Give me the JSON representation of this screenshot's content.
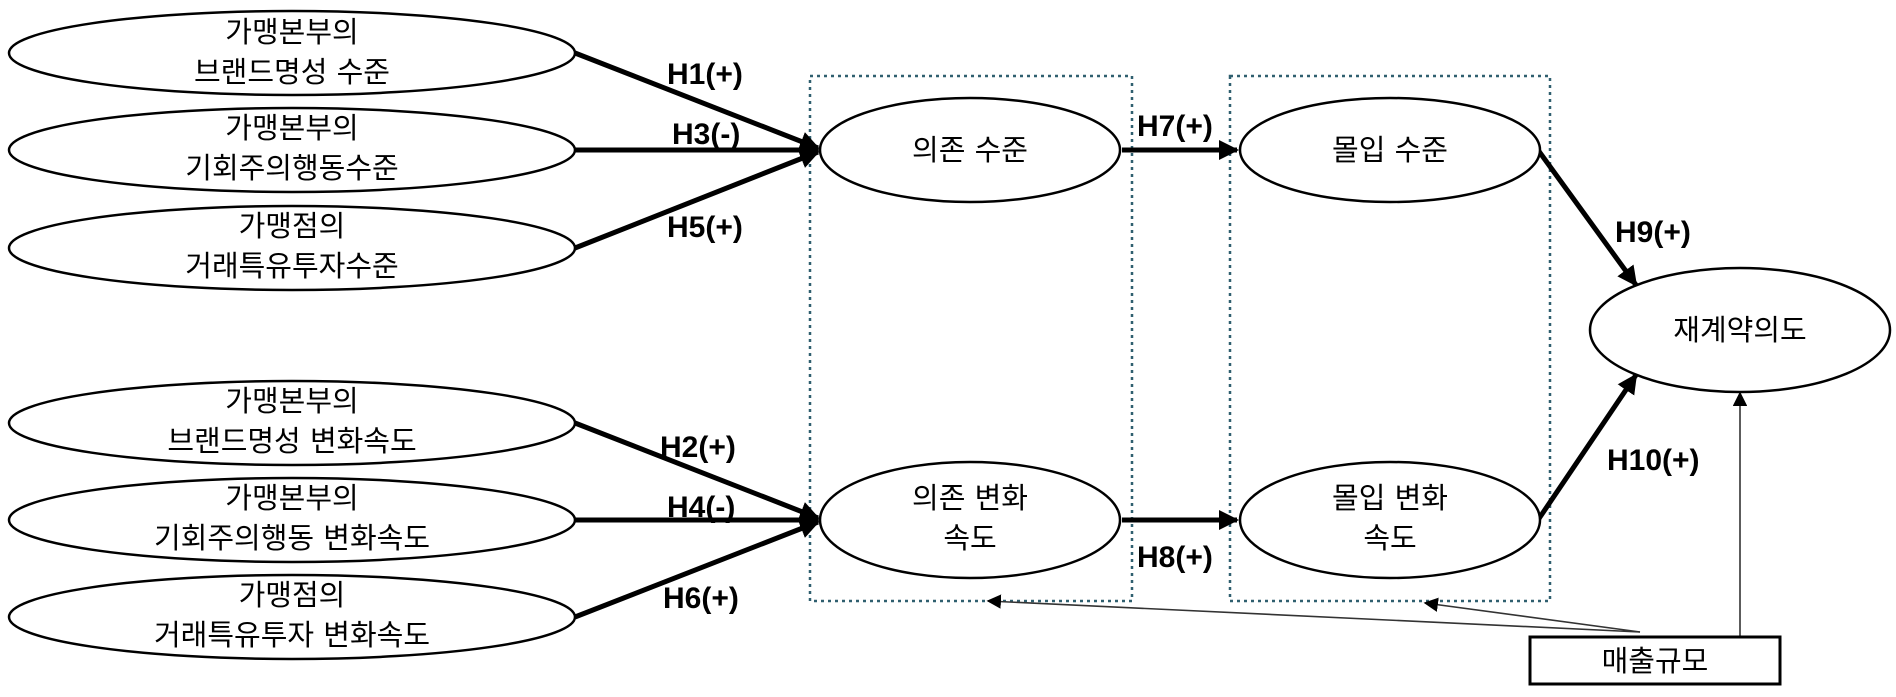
{
  "nodes": {
    "brand_level": {
      "line1": "가맹본부의",
      "line2": "브랜드명성 수준"
    },
    "opportunism_level": {
      "line1": "가맹본부의",
      "line2": "기회주의행동수준"
    },
    "tsi_level": {
      "line1": "가맹점의",
      "line2": "거래특유투자수준"
    },
    "brand_speed": {
      "line1": "가맹본부의",
      "line2": "브랜드명성 변화속도"
    },
    "opportunism_speed": {
      "line1": "가맹본부의",
      "line2": "기회주의행동 변화속도"
    },
    "tsi_speed": {
      "line1": "가맹점의",
      "line2": "거래특유투자 변화속도"
    },
    "dependence_level": {
      "line1": "의존 수준"
    },
    "dependence_speed": {
      "line1": "의존 변화",
      "line2": "속도"
    },
    "commitment_level": {
      "line1": "몰입 수준"
    },
    "commitment_speed": {
      "line1": "몰입 변화",
      "line2": "속도"
    },
    "renewal_intention": {
      "line1": "재계약의도"
    },
    "sales_size": {
      "label": "매출규모"
    }
  },
  "hypotheses": {
    "h1": "H1(+)",
    "h2": "H2(+)",
    "h3": "H3(-)",
    "h4": "H4(-)",
    "h5": "H5(+)",
    "h6": "H6(+)",
    "h7": "H7(+)",
    "h8": "H8(+)",
    "h9": "H9(+)",
    "h10": "H10(+)"
  }
}
